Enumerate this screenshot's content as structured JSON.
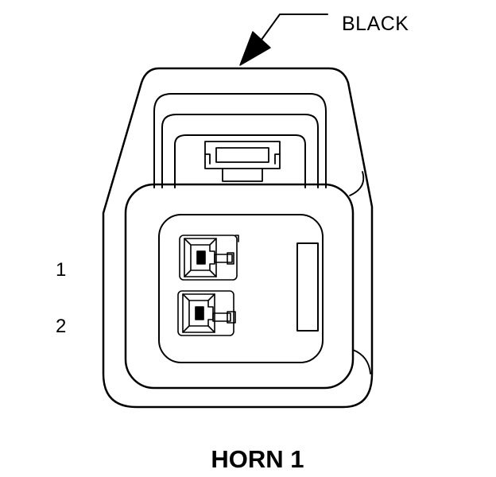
{
  "connector": {
    "color_label": "BLACK",
    "title": "HORN 1",
    "pins": [
      {
        "label": "1"
      },
      {
        "label": "2"
      }
    ],
    "color": "#000000"
  }
}
